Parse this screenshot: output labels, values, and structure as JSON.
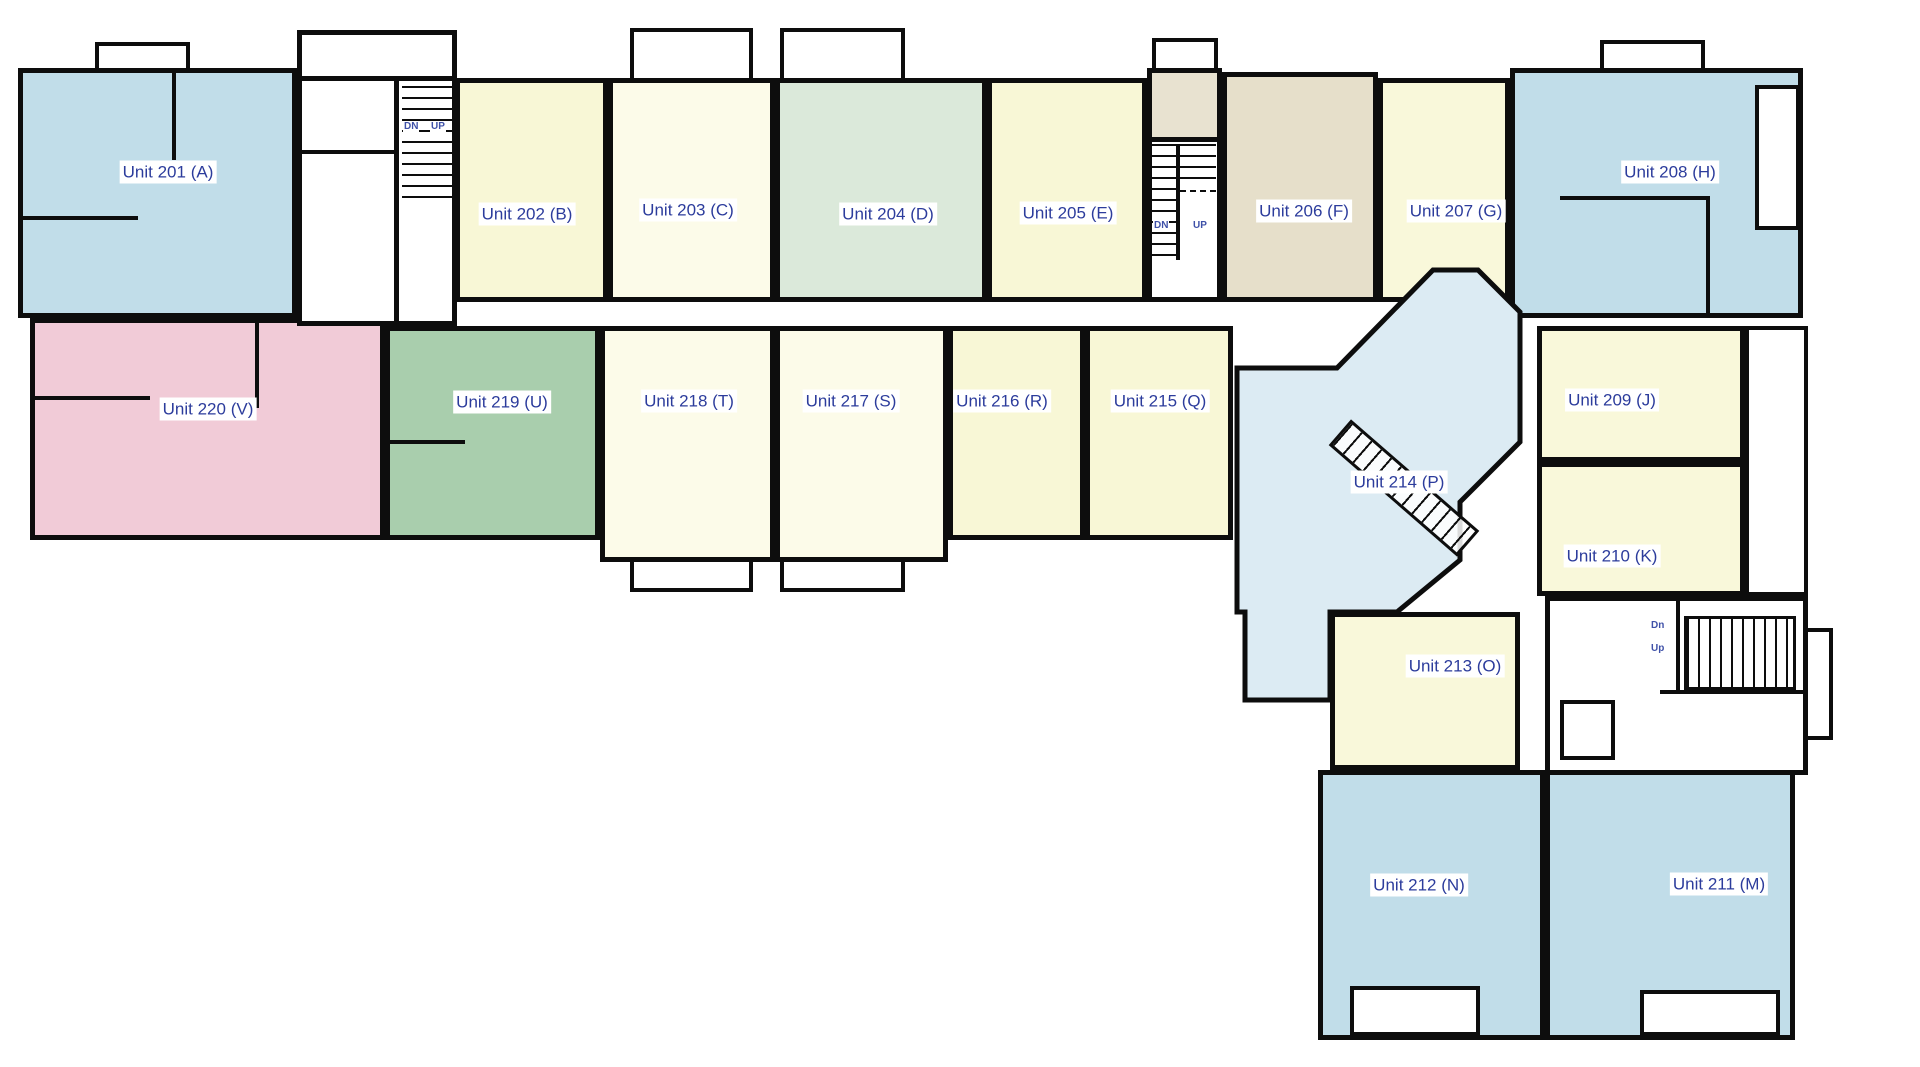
{
  "plan": {
    "description": "Second-floor residential floor plan with 20 color-coded apartment units"
  },
  "units": {
    "u201": {
      "label": "Unit 201 (A)",
      "color": "#c1dde9"
    },
    "u202": {
      "label": "Unit 202 (B)",
      "color": "#f8f7d6"
    },
    "u203": {
      "label": "Unit 203 (C)",
      "color": "#fcfbe9"
    },
    "u204": {
      "label": "Unit 204 (D)",
      "color": "#dbe9da"
    },
    "u205": {
      "label": "Unit 205 (E)",
      "color": "#f8f7d6"
    },
    "u206": {
      "label": "Unit 206 (F)",
      "color": "#e6dfca"
    },
    "u207": {
      "label": "Unit 207 (G)",
      "color": "#f9f8da"
    },
    "u208": {
      "label": "Unit 208 (H)",
      "color": "#c1dde9"
    },
    "u209": {
      "label": "Unit 209 (J)",
      "color": "#f9f8da"
    },
    "u210": {
      "label": "Unit 210 (K)",
      "color": "#f9f8da"
    },
    "u211": {
      "label": "Unit 211 (M)",
      "color": "#c1dde9"
    },
    "u212": {
      "label": "Unit 212 (N)",
      "color": "#c1dde9"
    },
    "u213": {
      "label": "Unit 213 (O)",
      "color": "#f9f8da"
    },
    "u214": {
      "label": "Unit 214 (P)",
      "color": "#dcebf3"
    },
    "u215": {
      "label": "Unit 215 (Q)",
      "color": "#f8f7d6"
    },
    "u216": {
      "label": "Unit 216 (R)",
      "color": "#f8f7d6"
    },
    "u217": {
      "label": "Unit 217 (S)",
      "color": "#fcfbe9"
    },
    "u218": {
      "label": "Unit 218 (T)",
      "color": "#fcfbe9"
    },
    "u219": {
      "label": "Unit 219 (U)",
      "color": "#a9cead"
    },
    "u220": {
      "label": "Unit 220 (V)",
      "color": "#f1cbd7"
    }
  },
  "areas": {
    "vestibule": {
      "color": "#e8e2d0"
    }
  },
  "stairs": {
    "left": {
      "down": "DN",
      "up": "UP"
    },
    "mid": {
      "down": "DN",
      "up": "UP"
    },
    "right": {
      "down": "Dn",
      "up": "Up"
    }
  },
  "label_style": {
    "text_color": "#2c3c9c",
    "background": "#ffffff"
  },
  "wall_color": "#0d0d0d"
}
